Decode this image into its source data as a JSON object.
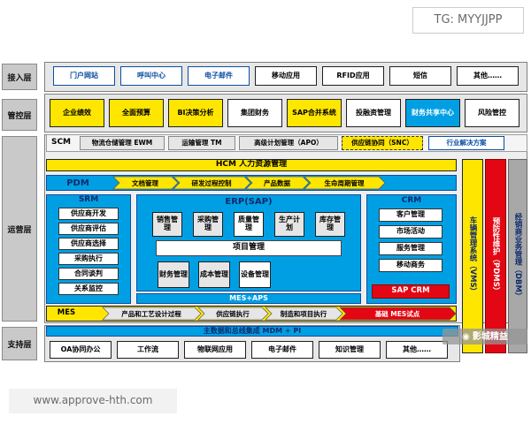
{
  "watermark_top": "TG: MYYJJPP",
  "watermark_bottom": "www.approve-hth.com",
  "weibo": "影城精益",
  "layers": {
    "access": "接入层",
    "control": "管控层",
    "operation": "运营层",
    "support": "支持层"
  },
  "access_items": [
    "门户网站",
    "呼叫中心",
    "电子邮件",
    "移动应用",
    "RFID应用",
    "短信",
    "其他……"
  ],
  "control_items": [
    "企业绩效",
    "全面预算",
    "BI决策分析",
    "集团财务",
    "SAP合并系统",
    "投融资管理",
    "财务共享中心",
    "风险管控"
  ],
  "scm": {
    "label": "SCM",
    "items": [
      "物流仓储管理 EWM",
      "运输管理 TM",
      "高级计划管理（APO）",
      "供应链协同（SNC）"
    ],
    "solution": "行业解决方案"
  },
  "hcm": "HCM 人力资源管理",
  "pdm": {
    "label": "PDM",
    "items": [
      "文档管理",
      "研发过程控制",
      "产品数据",
      "生命周期管理"
    ]
  },
  "srm": {
    "title": "SRM",
    "items": [
      "供应商开发",
      "供应商评估",
      "供应商选择",
      "采购执行",
      "合同谈判",
      "关系监控"
    ]
  },
  "erp": {
    "title": "ERP(SAP)",
    "row1": [
      "销售管理",
      "采购管理",
      "质量管理",
      "生产计划",
      "库存管理"
    ],
    "project": "项目管理",
    "row2": [
      "财务管理",
      "成本管理",
      "设备管理"
    ],
    "mes_aps": "MES+APS"
  },
  "crm": {
    "title": "CRM",
    "items": [
      "客户管理",
      "市场活动",
      "服务管理",
      "移动商务"
    ],
    "sap": "SAP CRM"
  },
  "mes": {
    "label": "MES",
    "items": [
      "产品和工艺设计过程",
      "供应链执行",
      "制造和项目执行"
    ],
    "red": "基础 MES试点"
  },
  "side": {
    "vms": "车辆管理系统（VMS）",
    "pdms": "预防性维护（PDMS）",
    "dbm": "经销商业务管理（DBM）"
  },
  "mdm": "主数据和总线集成 MDM + PI",
  "support_items": [
    "OA协同办公",
    "工作流",
    "物联网应用",
    "电子邮件",
    "知识管理",
    "其他……"
  ],
  "colors": {
    "blue": "#009fe3",
    "dark_blue": "#0c4da2",
    "yellow": "#ffe600",
    "red": "#e30613",
    "gray": "#c9c9c9"
  }
}
